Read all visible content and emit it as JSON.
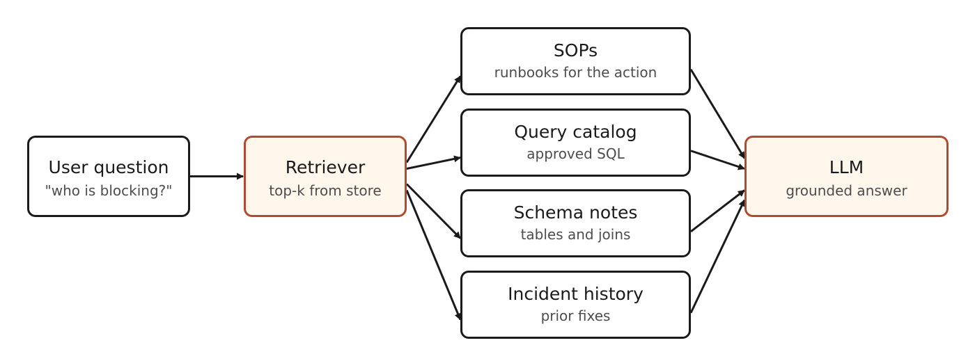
{
  "diagram": {
    "nodes": {
      "user": {
        "title": "User question",
        "subtitle": "\"who is blocking?\""
      },
      "retriever": {
        "title": "Retriever",
        "subtitle": "top-k from store"
      },
      "sops": {
        "title": "SOPs",
        "subtitle": "runbooks for the action"
      },
      "query": {
        "title": "Query catalog",
        "subtitle": "approved SQL"
      },
      "schema": {
        "title": "Schema notes",
        "subtitle": "tables and joins"
      },
      "incident": {
        "title": "Incident history",
        "subtitle": "prior fixes"
      },
      "llm": {
        "title": "LLM",
        "subtitle": "grounded answer"
      }
    },
    "edges": [
      {
        "from": "user",
        "to": "retriever"
      },
      {
        "from": "retriever",
        "to": "sops"
      },
      {
        "from": "retriever",
        "to": "query"
      },
      {
        "from": "retriever",
        "to": "schema"
      },
      {
        "from": "retriever",
        "to": "incident"
      },
      {
        "from": "sops",
        "to": "llm"
      },
      {
        "from": "query",
        "to": "llm"
      },
      {
        "from": "schema",
        "to": "llm"
      },
      {
        "from": "incident",
        "to": "llm"
      }
    ],
    "colors": {
      "stroke": "#1a1a1a",
      "accent": "#b14b30",
      "accent_fill": "#fff6ec",
      "subtitle": "#4d4d4d"
    }
  }
}
